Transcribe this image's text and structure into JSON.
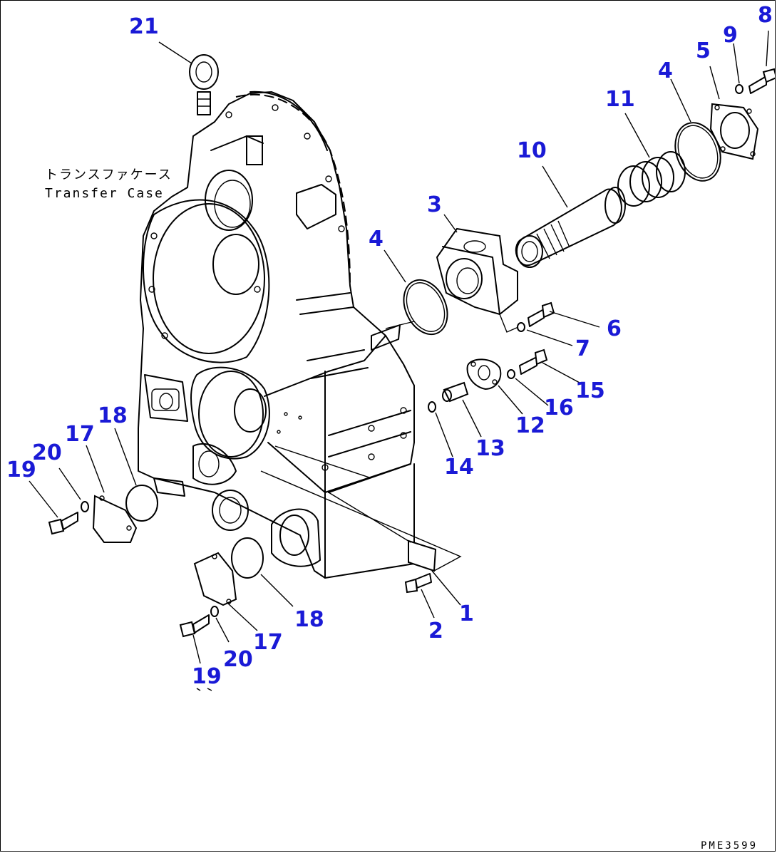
{
  "caption": {
    "jp": "トランスファケース",
    "en": "Transfer Case"
  },
  "drawing_code": "PME3599",
  "parts": [
    {
      "id": "p21",
      "label": "21"
    },
    {
      "id": "p8",
      "label": "8"
    },
    {
      "id": "p9",
      "label": "9"
    },
    {
      "id": "p5",
      "label": "5"
    },
    {
      "id": "p4a",
      "label": "4"
    },
    {
      "id": "p11",
      "label": "11"
    },
    {
      "id": "p10",
      "label": "10"
    },
    {
      "id": "p3",
      "label": "3"
    },
    {
      "id": "p4b",
      "label": "4"
    },
    {
      "id": "p6",
      "label": "6"
    },
    {
      "id": "p7",
      "label": "7"
    },
    {
      "id": "p15",
      "label": "15"
    },
    {
      "id": "p16",
      "label": "16"
    },
    {
      "id": "p12",
      "label": "12"
    },
    {
      "id": "p13",
      "label": "13"
    },
    {
      "id": "p14",
      "label": "14"
    },
    {
      "id": "p18a",
      "label": "18"
    },
    {
      "id": "p17a",
      "label": "17"
    },
    {
      "id": "p20a",
      "label": "20"
    },
    {
      "id": "p19a",
      "label": "19"
    },
    {
      "id": "p1",
      "label": "1"
    },
    {
      "id": "p2",
      "label": "2"
    },
    {
      "id": "p18b",
      "label": "18"
    },
    {
      "id": "p17b",
      "label": "17"
    },
    {
      "id": "p20b",
      "label": "20"
    },
    {
      "id": "p19b",
      "label": "19"
    }
  ]
}
